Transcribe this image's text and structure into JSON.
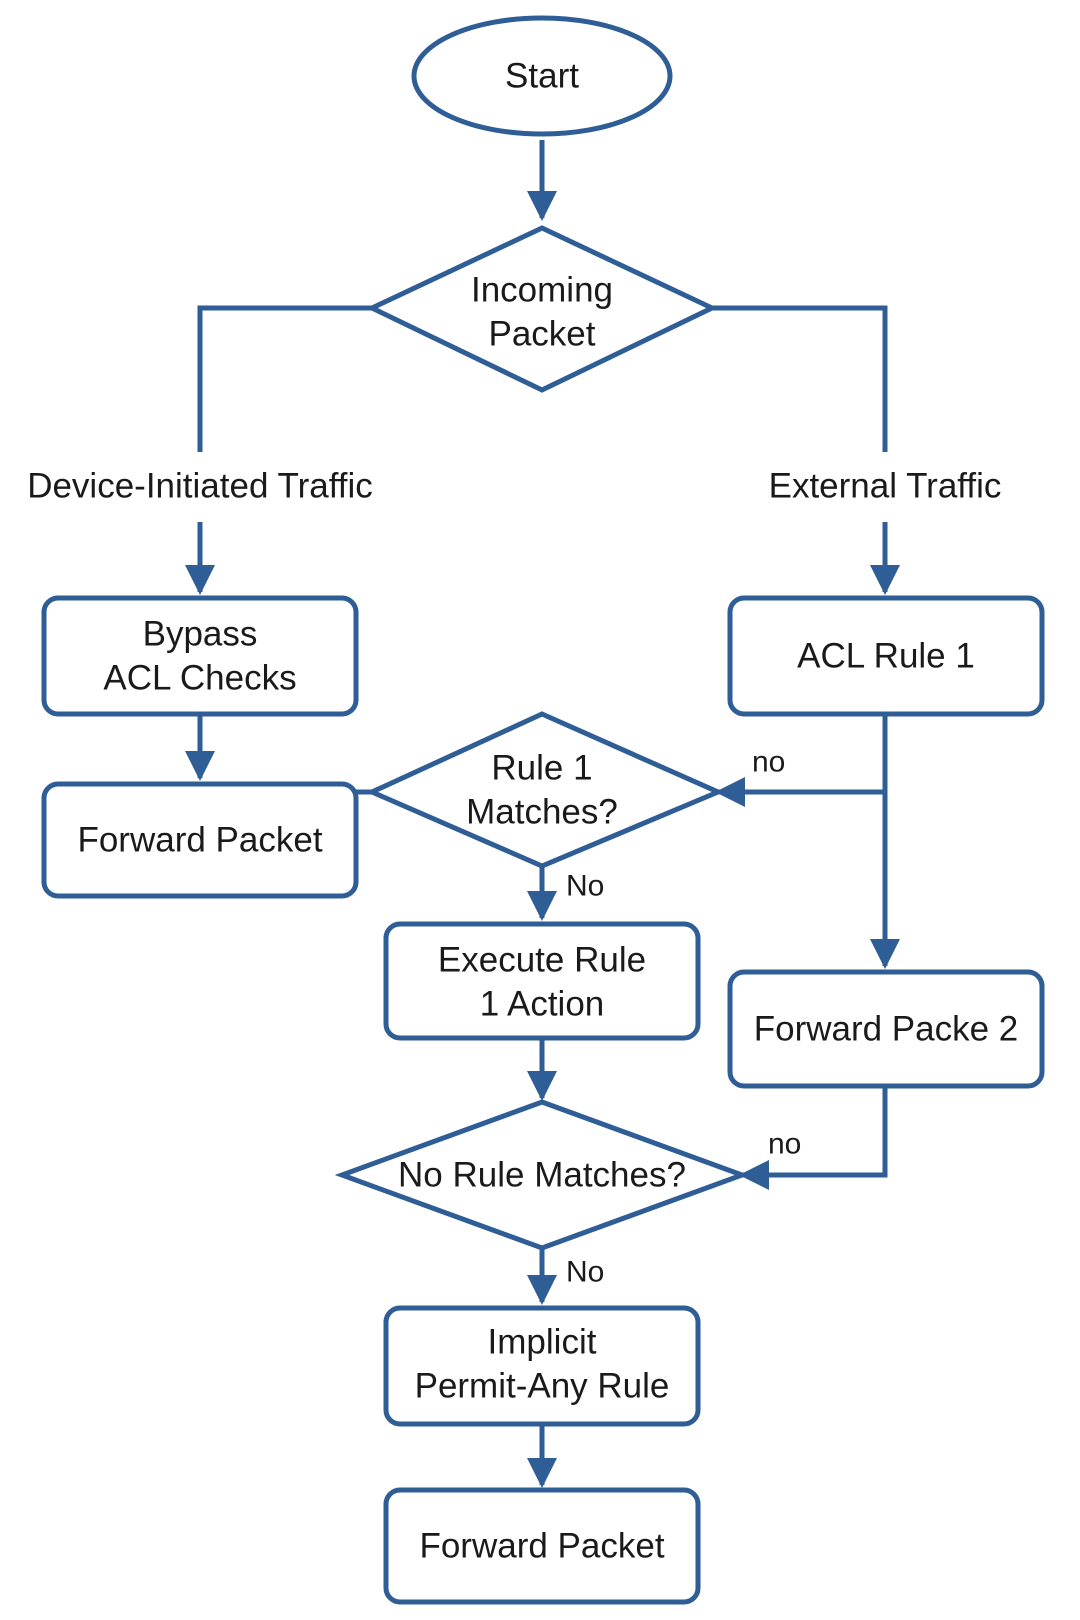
{
  "nodes": {
    "start": {
      "text": "Start"
    },
    "incoming": {
      "line1": "Incoming",
      "line2": "Packet"
    },
    "bypass": {
      "line1": "Bypass",
      "line2": "ACL Checks"
    },
    "forward_left": {
      "text": "Forward Packet"
    },
    "acl_rule_1": {
      "text": "ACL Rule 1"
    },
    "rule1_matches": {
      "line1": "Rule 1",
      "line2": "Matches?"
    },
    "execute_rule1": {
      "line1": "Execute Rule",
      "line2": "1 Action"
    },
    "forward_packe2": {
      "text": "Forward Packe 2"
    },
    "no_rule_matches": {
      "text": "No Rule Matches?"
    },
    "implicit_permit": {
      "line1": "Implicit",
      "line2": "Permit-Any Rule"
    },
    "forward_bottom": {
      "text": "Forward Packet"
    }
  },
  "edge_labels": {
    "device_initiated": "Device-Initiated Traffic",
    "external": "External Traffic",
    "no_into_rule1": "no",
    "no_from_rule1": "No",
    "no_into_no_rule": "no",
    "no_from_no_rule": "No"
  },
  "colors": {
    "stroke": "#2f5d96",
    "text": "#1a1a1a",
    "background": "#ffffff"
  }
}
